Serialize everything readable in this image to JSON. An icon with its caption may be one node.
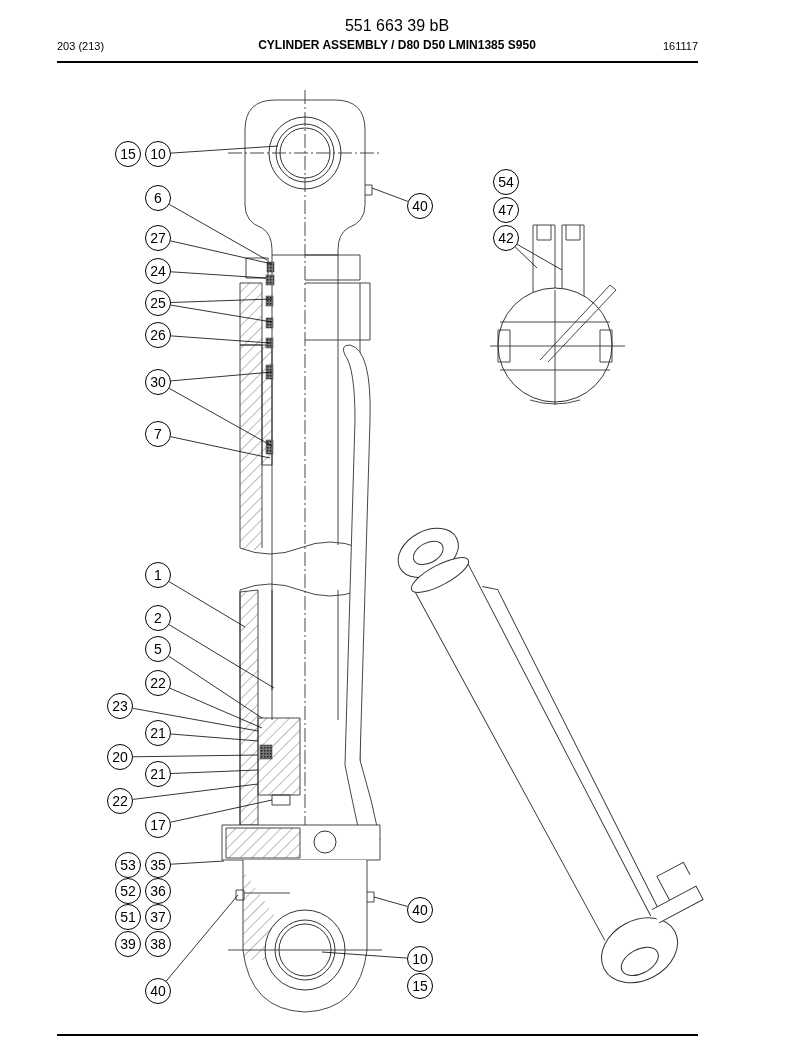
{
  "diagram": {
    "title": "CYLINDER ASSEMBLY / D80 D50 LMIN1385 S950",
    "nodes": [
      {
        "text": [
          "10"
        ]
      },
      {
        "text": [
          "40"
        ]
      },
      {
        "text": [
          "6"
        ]
      },
      {
        "text": [
          "27"
        ]
      },
      {
        "text": [
          "24"
        ]
      },
      {
        "text": [
          "25"
        ]
      },
      {
        "text": [
          "26"
        ]
      },
      {
        "text": [
          "30"
        ]
      },
      {
        "text": [
          "7"
        ]
      },
      {
        "text": [
          "42"
        ]
      },
      {
        "text": [
          "1"
        ]
      },
      {
        "text": [
          "2"
        ]
      },
      {
        "text": [
          "5"
        ]
      },
      {
        "text": [
          "22"
        ]
      },
      {
        "text": [
          "23"
        ]
      },
      {
        "text": [
          "21"
        ]
      },
      {
        "text": [
          "20"
        ]
      },
      {
        "text": [
          "21"
        ]
      },
      {
        "text": [
          "22"
        ]
      },
      {
        "text": [
          "17"
        ]
      },
      {
        "text": [
          "35"
        ]
      },
      {
        "text": [
          "40"
        ]
      },
      {
        "text": [
          "10"
        ]
      },
      {
        "text": [
          "40"
        ]
      },
      {
        "text": [
          "15"
        ]
      },
      {
        "text": [
          "54"
        ]
      },
      {
        "text": [
          "47"
        ]
      },
      {
        "text": [
          "53"
        ]
      },
      {
        "text": [
          "52"
        ]
      },
      {
        "text": [
          "36"
        ]
      },
      {
        "text": [
          "51"
        ]
      },
      {
        "text": [
          "37"
        ]
      },
      {
        "text": [
          "39"
        ]
      },
      {
        "text": [
          "38"
        ]
      },
      {
        "text": [
          "15"
        ]
      }
    ],
    "edges": [
      {
        "from": 0,
        "to": null,
        "arrow": "none"
      },
      {
        "from": 1,
        "to": null,
        "arrow": "none"
      },
      {
        "from": 2,
        "to": null,
        "arrow": "none"
      },
      {
        "from": 3,
        "to": null,
        "arrow": "none"
      },
      {
        "from": 4,
        "to": null,
        "arrow": "none"
      },
      {
        "from": 5,
        "to": null,
        "arrow": "none"
      },
      {
        "from": 5,
        "to": null,
        "arrow": "none"
      },
      {
        "from": 6,
        "to": null,
        "arrow": "none"
      },
      {
        "from": 7,
        "to": null,
        "arrow": "none"
      },
      {
        "from": 7,
        "to": null,
        "arrow": "none"
      },
      {
        "from": 8,
        "to": null,
        "arrow": "none"
      },
      {
        "from": 9,
        "to": null,
        "arrow": "none"
      },
      {
        "from": 9,
        "to": null,
        "arrow": "none"
      },
      {
        "from": 10,
        "to": null,
        "arrow": "none"
      },
      {
        "from": 11,
        "to": null,
        "arrow": "none"
      },
      {
        "from": 12,
        "to": null,
        "arrow": "none"
      },
      {
        "from": 13,
        "to": null,
        "arrow": "none"
      },
      {
        "from": 14,
        "to": null,
        "arrow": "none"
      },
      {
        "from": 15,
        "to": null,
        "arrow": "none"
      },
      {
        "from": 16,
        "to": null,
        "arrow": "none"
      },
      {
        "from": 17,
        "to": null,
        "arrow": "none"
      },
      {
        "from": 18,
        "to": null,
        "arrow": "none"
      },
      {
        "from": 19,
        "to": null,
        "arrow": "none"
      },
      {
        "from": 20,
        "to": null,
        "arrow": "none"
      },
      {
        "from": 21,
        "to": null,
        "arrow": "none"
      },
      {
        "from": 22,
        "to": null,
        "arrow": "none"
      },
      {
        "from": 23,
        "to": null,
        "arrow": "none"
      }
    ],
    "labels": [
      "551 663 39 bB",
      "203 (213)",
      "161117"
    ]
  }
}
